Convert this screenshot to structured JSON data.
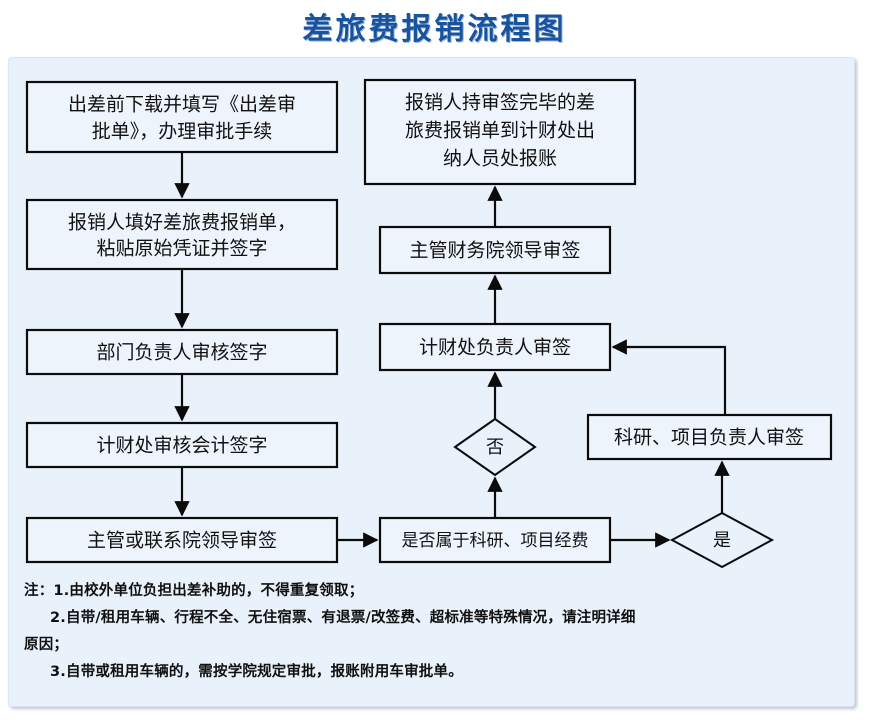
{
  "title": "差旅费报销流程图",
  "colors": {
    "title": "#17539f",
    "panel_background": "#e9f1fb",
    "node_fill": "#eef4fc",
    "node_border": "#0b0b0b",
    "page_background": "#ffffff"
  },
  "flowchart": {
    "type": "flowchart",
    "nodes": [
      {
        "id": "n1",
        "shape": "process",
        "column": "left",
        "lines": [
          "出差前下载并填写《出差审",
          "批单》，办理审批手续"
        ]
      },
      {
        "id": "n2",
        "shape": "process",
        "column": "left",
        "lines": [
          "报销人填好差旅费报销单，",
          "粘贴原始凭证并签字"
        ]
      },
      {
        "id": "n3",
        "shape": "process",
        "column": "left",
        "lines": [
          "部门负责人审核签字"
        ]
      },
      {
        "id": "n4",
        "shape": "process",
        "column": "left",
        "lines": [
          "计财处审核会计签字"
        ]
      },
      {
        "id": "n5",
        "shape": "process",
        "column": "left",
        "lines": [
          "主管或联系院领导审签"
        ]
      },
      {
        "id": "n6",
        "shape": "process",
        "column": "bottom",
        "lines": [
          "是否属于科研、项目经费"
        ]
      },
      {
        "id": "d_yes",
        "shape": "decision",
        "lines": [
          "是"
        ]
      },
      {
        "id": "n7",
        "shape": "process",
        "column": "right",
        "lines": [
          "科研、项目负责人审签"
        ]
      },
      {
        "id": "d_no",
        "shape": "decision",
        "lines": [
          "否"
        ]
      },
      {
        "id": "n8",
        "shape": "process",
        "column": "right",
        "lines": [
          "计财处负责人审签"
        ]
      },
      {
        "id": "n9",
        "shape": "process",
        "column": "right",
        "lines": [
          "主管财务院领导审签"
        ]
      },
      {
        "id": "n10",
        "shape": "process",
        "column": "right",
        "lines": [
          "报销人持审签完毕的差",
          "旅费报销单到计财处出",
          "纳人员处报账"
        ]
      }
    ],
    "edges": [
      {
        "from": "n1",
        "to": "n2",
        "label": ""
      },
      {
        "from": "n2",
        "to": "n3",
        "label": ""
      },
      {
        "from": "n3",
        "to": "n4",
        "label": ""
      },
      {
        "from": "n4",
        "to": "n5",
        "label": ""
      },
      {
        "from": "n5",
        "to": "n6",
        "label": ""
      },
      {
        "from": "n6",
        "to": "d_yes",
        "label": "是"
      },
      {
        "from": "d_yes",
        "to": "n7",
        "label": ""
      },
      {
        "from": "n7",
        "to": "n8",
        "label": ""
      },
      {
        "from": "n6",
        "to": "d_no",
        "label": "否"
      },
      {
        "from": "d_no",
        "to": "n8",
        "label": ""
      },
      {
        "from": "n8",
        "to": "n9",
        "label": ""
      },
      {
        "from": "n9",
        "to": "n10",
        "label": ""
      }
    ]
  },
  "notes": {
    "line1": "注：1.由校外单位负担出差补助的，不得重复领取；",
    "line2": "2.自带/租用车辆、行程不全、无住宿票、有退票/改签费、超标准等特殊情况，请注明详细",
    "line3": "原因；",
    "line4": "3.自带或租用车辆的，需按学院规定审批，报账附用车审批单。"
  }
}
